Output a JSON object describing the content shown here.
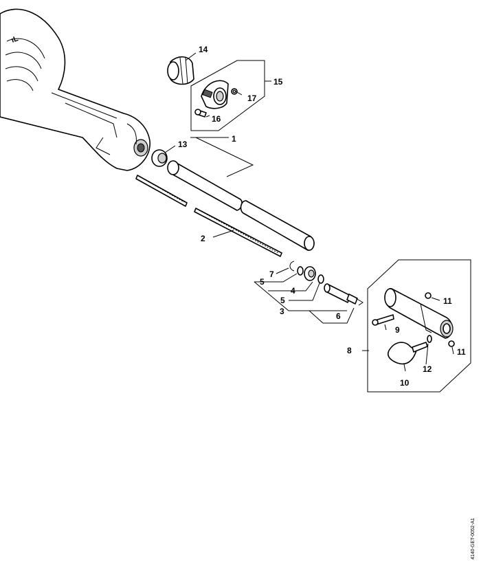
{
  "callouts": {
    "c1": "1",
    "c2": "2",
    "c3": "3",
    "c4": "4",
    "c5a": "5",
    "c5b": "5",
    "c6": "6",
    "c7": "7",
    "c8": "8",
    "c9": "9",
    "c10": "10",
    "c11a": "11",
    "c11b": "11",
    "c12": "12",
    "c13": "13",
    "c14": "14",
    "c15": "15",
    "c16": "16",
    "c17": "17"
  },
  "doc_reference": "4140-GET-0052-A1"
}
